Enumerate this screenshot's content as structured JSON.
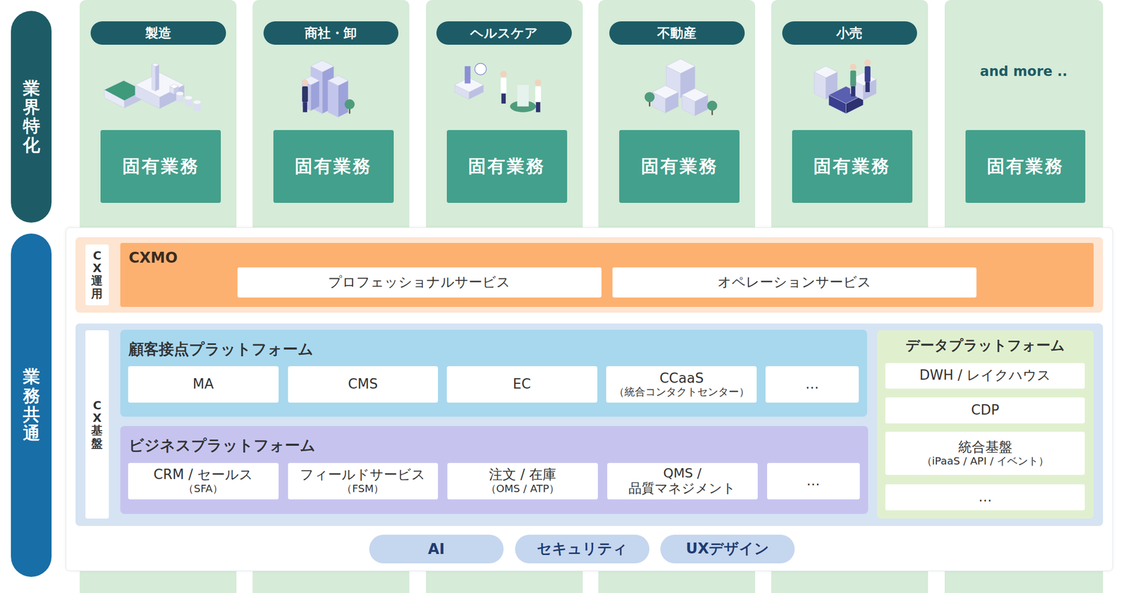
{
  "diagram": {
    "nodes": [
      {
        "text": [
          "製造"
        ]
      },
      {
        "text": [
          "固有業務"
        ],
        "in": 0
      },
      {
        "text": [
          "商社・卸"
        ]
      },
      {
        "text": [
          "固有業務"
        ],
        "in": 2
      },
      {
        "text": [
          "ヘルスケア"
        ]
      },
      {
        "text": [
          "固有業務"
        ],
        "in": 4
      },
      {
        "text": [
          "不動産"
        ]
      },
      {
        "text": [
          "固有業務"
        ],
        "in": 6
      },
      {
        "text": [
          "小売"
        ]
      },
      {
        "text": [
          "固有業務"
        ],
        "in": 8
      },
      {
        "text": [
          "and more .."
        ]
      },
      {
        "text": [
          "固有業務"
        ],
        "in": 10
      },
      {
        "text": [
          "業界特化"
        ]
      },
      {
        "text": [
          "業務共通"
        ]
      },
      {
        "text": [
          "CX運用"
        ]
      },
      {
        "text": [
          "CXMO"
        ],
        "in": 14
      },
      {
        "text": [
          "プロフェッショナルサービス"
        ],
        "in": 15
      },
      {
        "text": [
          "オペレーションサービス"
        ],
        "in": 15
      },
      {
        "text": [
          "CX基盤"
        ]
      },
      {
        "text": [
          "顧客接点プラットフォーム"
        ],
        "in": 18
      },
      {
        "text": [
          "MA"
        ],
        "in": 19
      },
      {
        "text": [
          "CMS"
        ],
        "in": 19
      },
      {
        "text": [
          "EC"
        ],
        "in": 19
      },
      {
        "text": [
          "CCaaS",
          "（統合コンタクトセンター）"
        ],
        "in": 19
      },
      {
        "text": [
          "…"
        ],
        "in": 19
      },
      {
        "text": [
          "ビジネスプラットフォーム"
        ],
        "in": 18
      },
      {
        "text": [
          "CRM / セールス",
          "（SFA）"
        ],
        "in": 25
      },
      {
        "text": [
          "フィールドサービス",
          "（FSM）"
        ],
        "in": 25
      },
      {
        "text": [
          "注文 / 在庫",
          "（OMS / ATP）"
        ],
        "in": 25
      },
      {
        "text": [
          "QMS / 品質マネジメント"
        ],
        "in": 25
      },
      {
        "text": [
          "…"
        ],
        "in": 25
      },
      {
        "text": [
          "データプラットフォーム"
        ],
        "in": 18
      },
      {
        "text": [
          "DWH / レイクハウス"
        ],
        "in": 31
      },
      {
        "text": [
          "CDP"
        ],
        "in": 31
      },
      {
        "text": [
          "統合基盤",
          "（iPaaS / API / イベント）"
        ],
        "in": 31
      },
      {
        "text": [
          "…"
        ],
        "in": 31
      },
      {
        "text": [
          "AI"
        ]
      },
      {
        "text": [
          "セキュリティ"
        ]
      },
      {
        "text": [
          "UXデザイン"
        ]
      }
    ]
  }
}
